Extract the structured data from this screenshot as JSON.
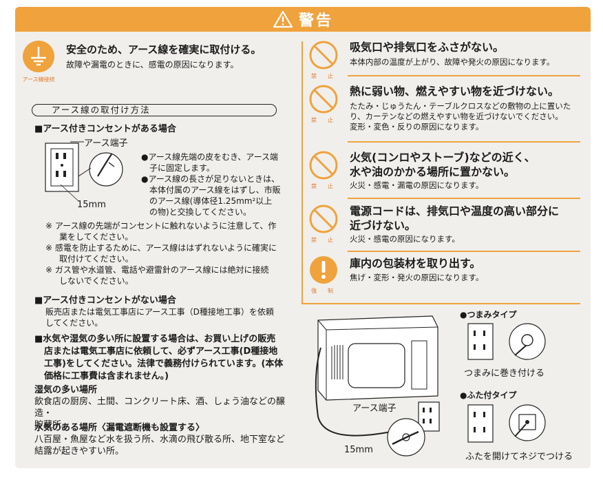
{
  "banner": {
    "title": "警告"
  },
  "ground": {
    "icon_label": "アース線接続",
    "heading": "安全のため、アース線を確実に取付ける。",
    "desc": "故障や漏電のときに、感電の原因になります。"
  },
  "method": {
    "title": "アース線の取付け方法",
    "with_outlet": {
      "heading": "■アース付きコンセントがある場合",
      "terminal_label": "アース端子",
      "length_label": "15mm",
      "bullets": [
        "●アース線先端の皮をむき、アース端",
        "子に固定します。",
        "●アース線の長さが足りないときは、",
        "本体付属のアース線をはずし、市販",
        "のアース線(導体径1.25mm²以上",
        "の物)と交換してください。"
      ],
      "notes": [
        "※ アース線の先端がコンセントに触れないように注意して、作",
        "業をしてください。",
        "※ 感電を防止するために、アース線ははずれないように確実に",
        "取付けてください。",
        "※ ガス管や水道管、電話や避雷針のアース線には絶対に接続",
        "しないでください。"
      ]
    },
    "without_outlet": {
      "heading": "■アース付きコンセントがない場合",
      "lines": [
        "販売店または電気工事店にアース工事（D種接地工事）を依頼",
        "してください。"
      ]
    },
    "humid": {
      "lines": [
        "■水気や湿気の多い所に設置する場合は、お買い上げの販売",
        "店または電気工事店に依頼して、必ずアース工事(D種接地",
        "工事)をしてください。法律で義務付けられています。(本体",
        "価格に工事費は含まれません。)"
      ]
    },
    "humid_place": {
      "heading": "湿気の多い場所",
      "lines": [
        "飲食店の厨房、土間、コンクリート床、酒、しょう油などの醸造・",
        "貯蔵所。"
      ]
    },
    "wet_place": {
      "heading": "水気のある場所〈漏電遮断機も設置する〉",
      "lines": [
        "八百屋・魚屋など水を扱う所、水滴の飛び散る所、地下室など",
        "結露が起きやすい所。"
      ]
    }
  },
  "warnings": [
    {
      "label": "禁　止",
      "heading": [
        "吸気口や排気口をふさがない。"
      ],
      "lines": [
        "本体内部の温度が上がり、故障や発火の原因になります。"
      ]
    },
    {
      "label": "禁　止",
      "heading": [
        "熱に弱い物、燃えやすい物を近づけない。"
      ],
      "lines": [
        "たたみ・じゅうたん・テーブルクロスなどの敷物の上に置いた",
        "り、カーテンなどの燃えやすい物を近づけないでください。",
        "変形・変色・反りの原因になります。"
      ]
    },
    {
      "label": "禁　止",
      "heading": [
        "火気(コンロやストーブ)などの近く、",
        "水や油のかかる場所に置かない。"
      ],
      "lines": [
        "火災・感電・漏電の原因になります。"
      ]
    },
    {
      "label": "禁　止",
      "heading": [
        "電源コードは、排気口や温度の高い部分に",
        "近づけない。"
      ],
      "lines": [
        "火災・感電の原因になります。"
      ]
    },
    {
      "label": "強　制",
      "heading": [
        "庫内の包装材を取り出す。"
      ],
      "lines": [
        "焦げ・変形・発火の原因になります。"
      ]
    }
  ],
  "diagram": {
    "terminal_label": "アース端子",
    "length_label": "15mm",
    "knob_type": {
      "title": "●つまみタイプ",
      "caption": "つまみに巻き付ける"
    },
    "cover_type": {
      "title": "●ふた付タイプ",
      "caption": "ふたを開けてネジでつける"
    }
  },
  "colors": {
    "accent": "#f0a23c",
    "panel": "#f0efec"
  }
}
